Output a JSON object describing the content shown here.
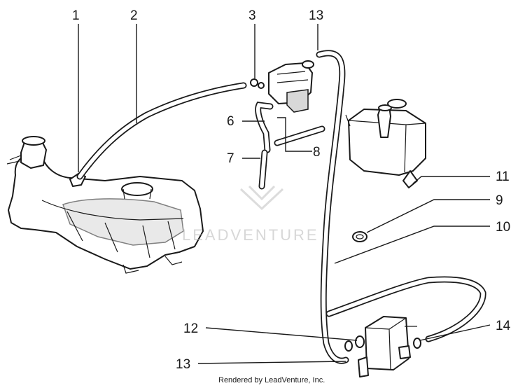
{
  "callouts": {
    "n1": "1",
    "n2": "2",
    "n3": "3",
    "n6": "6",
    "n7": "7",
    "n8": "8",
    "n9": "9",
    "n10": "10",
    "n11": "11",
    "n12": "12",
    "n13a": "13",
    "n13b": "13",
    "n14": "14"
  },
  "watermark": "LEADVENTURE",
  "footer": "Rendered by LeadVenture, Inc."
}
